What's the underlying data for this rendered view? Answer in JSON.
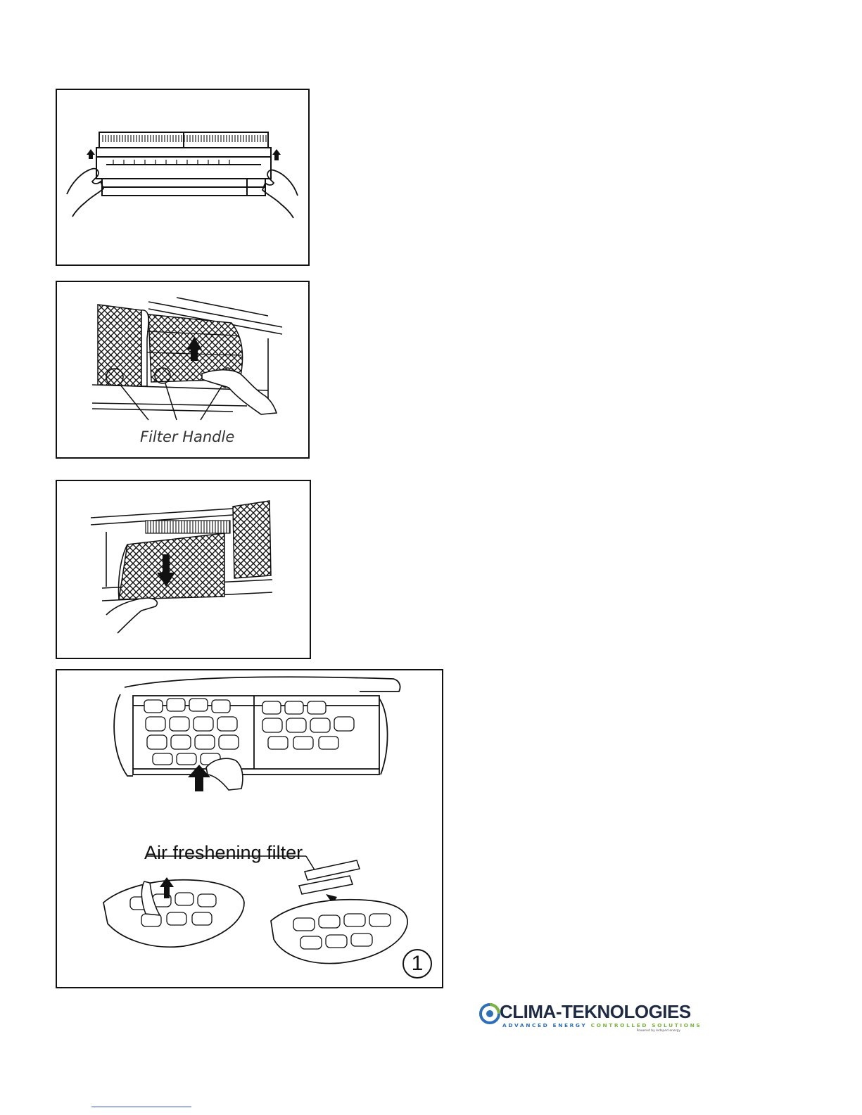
{
  "figures": {
    "filter_handle_label": "Filter Handle",
    "air_freshening_label": "Air freshening filter",
    "step_number": "1"
  },
  "logo": {
    "name": "CLIMA-TEKNOLOGIES",
    "tagline_part1": "ADVANCED ENERGY ",
    "tagline_part2": "CONTROLLED SOLUTIONS",
    "powered": "Powered by ledsped energy"
  },
  "colors": {
    "logo_navy": "#1f2b44",
    "logo_blue": "#2f6fb5",
    "logo_green": "#7cb342",
    "footer_rule": "#3355cc"
  }
}
